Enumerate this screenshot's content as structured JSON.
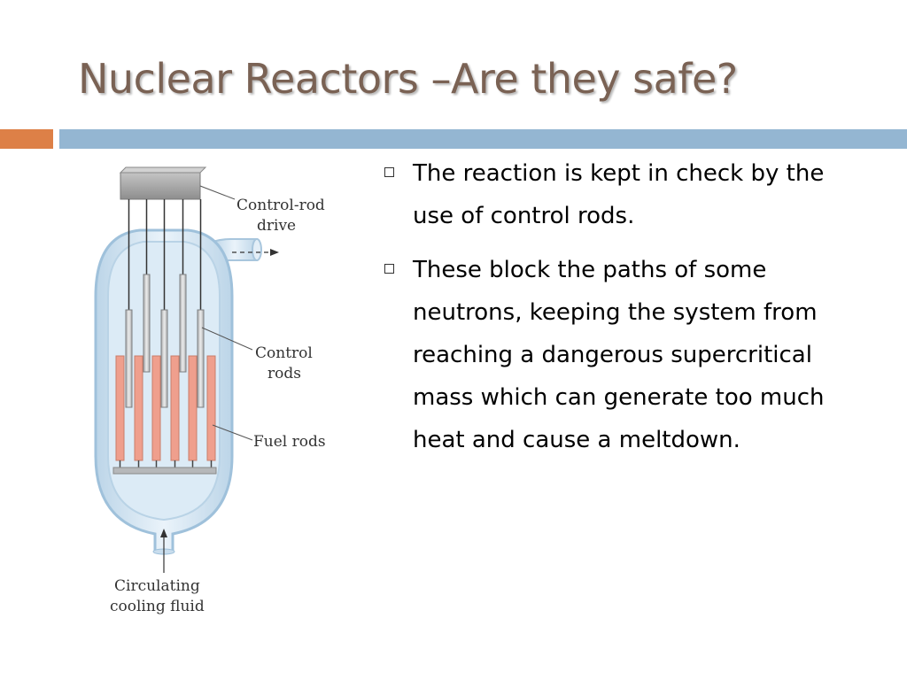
{
  "slide": {
    "title": "Nuclear Reactors –Are they safe?"
  },
  "bullets": [
    "The reaction is kept in check by the use of control rods.",
    "These block the paths of some neutrons, keeping the system from reaching a dangerous supercritical mass which can generate too much heat and cause a meltdown."
  ],
  "diagram": {
    "labels": {
      "drive_line1": "Control-rod",
      "drive_line2": "drive",
      "control_line1": "Control",
      "control_line2": "rods",
      "fuel": "Fuel rods",
      "cooling_line1": "Circulating",
      "cooling_line2": "cooling fluid"
    },
    "colors": {
      "vessel": "#d4e6f3",
      "fuel_rod": "#ef9f8d",
      "control_rod": "#c8cacc",
      "drive": "#999999"
    }
  },
  "colors": {
    "title": "#7a6254",
    "accent_orange": "#dd8047",
    "accent_blue": "#94b6d2"
  }
}
